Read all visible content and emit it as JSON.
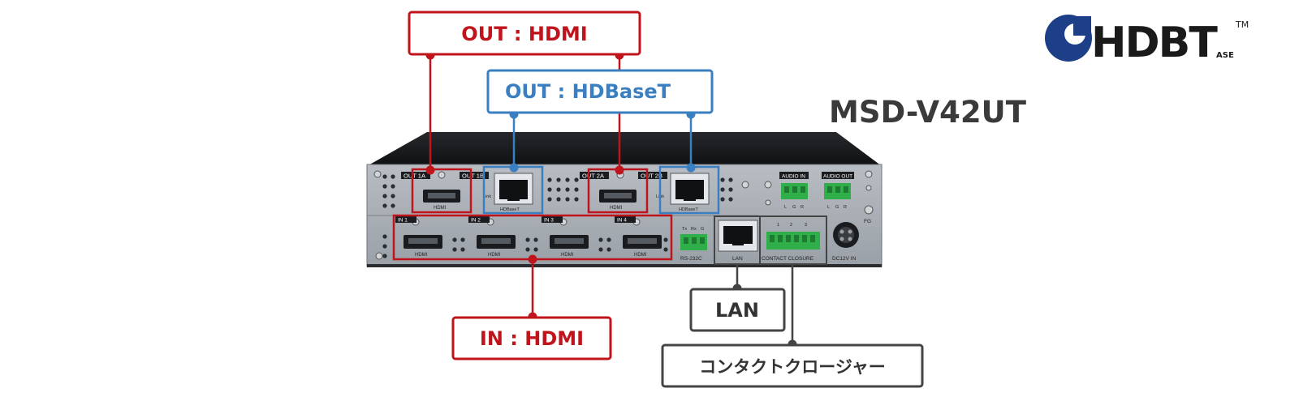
{
  "title": "MSD-V42UT",
  "logo": {
    "text": "HDBT",
    "sub": "ASE",
    "tm": "TM",
    "colors": {
      "ring": "#1d3f87",
      "text": "#1a1a1a"
    }
  },
  "callouts": {
    "out_hdmi": "OUT : HDMI",
    "out_hdbaset": "OUT : HDBaseT",
    "in_hdmi": "IN : HDMI",
    "lan": "LAN",
    "contact": "コンタクトクロージャー"
  },
  "device_labels": {
    "out_1a": "OUT 1A",
    "out_1b": "OUT 1B",
    "out_2a": "OUT 2A",
    "out_2b": "OUT 2B",
    "hdmi": "HDMI",
    "hdbaset": "HDBaseT",
    "link": "Link",
    "in_1": "IN 1",
    "in_2": "IN 2",
    "in_3": "IN 3",
    "in_4": "IN 4",
    "audio_in": "AUDIO IN",
    "audio_out": "AUDIO OUT",
    "lgr_l": "L",
    "lgr_g": "G",
    "lgr_r": "R",
    "rs_tx": "Tx",
    "rs_rx": "Rx",
    "rs_g": "G",
    "rs232c": "RS-232C",
    "lan": "LAN",
    "cc_1": "1",
    "cc_2": "2",
    "cc_3": "3",
    "contact_closure": "CONTACT CLOSURE",
    "dc12v": "DC12V IN",
    "fg": "FG"
  },
  "colors": {
    "red": "#c0141c",
    "blue": "#3a7fc1",
    "gray": "#444444",
    "terminal_green": "#2fae4a"
  }
}
